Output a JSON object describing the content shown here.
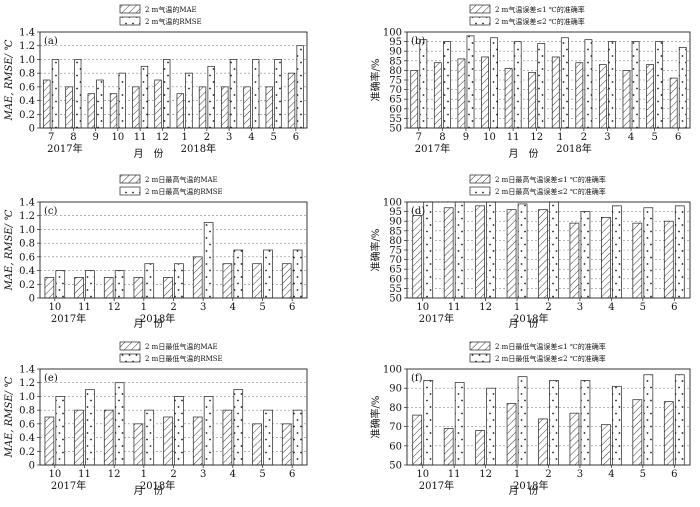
{
  "chart_data": [
    {
      "id": "a",
      "type": "bar",
      "panel_label": "(a)",
      "categories": [
        "7",
        "8",
        "9",
        "10",
        "11",
        "12",
        "1",
        "2",
        "3",
        "4",
        "5",
        "6"
      ],
      "year_labels": [
        {
          "index": 0,
          "text": "2017年"
        },
        {
          "index": 6,
          "text": "2018年"
        }
      ],
      "xlabel": "月　份",
      "ylabel": "MAE, RMSE/ ℃",
      "ylim": [
        0,
        1.4
      ],
      "yticks": [
        0,
        0.2,
        0.4,
        0.6,
        0.8,
        1.0,
        1.2,
        1.4
      ],
      "ytick_labels": [
        "0",
        "0.2",
        "0.4",
        "0.6",
        "0.8",
        "1.0",
        "1.2",
        "1.4"
      ],
      "series": [
        {
          "name": "2 m气温的MAE",
          "pattern": "hatch",
          "values": [
            0.7,
            0.6,
            0.5,
            0.5,
            0.6,
            0.7,
            0.5,
            0.6,
            0.6,
            0.6,
            0.6,
            0.8
          ]
        },
        {
          "name": "2 m气温的RMSE",
          "pattern": "dots",
          "values": [
            1.0,
            1.0,
            0.7,
            0.8,
            0.9,
            1.0,
            0.8,
            0.9,
            1.0,
            1.0,
            1.0,
            1.2
          ]
        }
      ]
    },
    {
      "id": "b",
      "type": "bar",
      "panel_label": "(b)",
      "categories": [
        "7",
        "8",
        "9",
        "10",
        "11",
        "12",
        "1",
        "2",
        "3",
        "4",
        "5",
        "6"
      ],
      "year_labels": [
        {
          "index": 0,
          "text": "2017年"
        },
        {
          "index": 6,
          "text": "2018年"
        }
      ],
      "xlabel": "月　份",
      "ylabel": "准确率/%",
      "ylim": [
        50,
        100
      ],
      "yticks": [
        50,
        55,
        60,
        65,
        70,
        75,
        80,
        85,
        90,
        95,
        100
      ],
      "ytick_labels": [
        "50",
        "55",
        "60",
        "65",
        "70",
        "75",
        "80",
        "85",
        "90",
        "95",
        "100"
      ],
      "series": [
        {
          "name": "2 m气温误差≤1 ℃的准确率",
          "pattern": "hatch",
          "values": [
            80,
            84,
            86,
            87,
            81,
            79,
            87,
            84,
            83,
            80,
            83,
            76
          ]
        },
        {
          "name": "2 m气温误差≤2 ℃的准确率",
          "pattern": "dots",
          "values": [
            96,
            95,
            98,
            97,
            95,
            94,
            97,
            96,
            95,
            95,
            95,
            92
          ]
        }
      ]
    },
    {
      "id": "c",
      "type": "bar",
      "panel_label": "(c)",
      "categories": [
        "10",
        "11",
        "12",
        "1",
        "2",
        "3",
        "4",
        "5",
        "6"
      ],
      "year_labels": [
        {
          "index": 0,
          "text": "2017年"
        },
        {
          "index": 3,
          "text": "2018年"
        }
      ],
      "xlabel": "月　份",
      "ylabel": "MAE, RMSE/ ℃",
      "ylim": [
        0,
        1.4
      ],
      "yticks": [
        0,
        0.2,
        0.4,
        0.6,
        0.8,
        1.0,
        1.2,
        1.4
      ],
      "ytick_labels": [
        "0",
        "0.2",
        "0.4",
        "0.6",
        "0.8",
        "1.0",
        "1.2",
        "1.4"
      ],
      "series": [
        {
          "name": "2 m日最高气温的MAE",
          "pattern": "hatch",
          "values": [
            0.3,
            0.3,
            0.3,
            0.3,
            0.3,
            0.6,
            0.5,
            0.5,
            0.5
          ]
        },
        {
          "name": "2 m日最高气温的RMSE",
          "pattern": "dots",
          "values": [
            0.4,
            0.4,
            0.4,
            0.5,
            0.5,
            1.1,
            0.7,
            0.7,
            0.7
          ]
        }
      ]
    },
    {
      "id": "d",
      "type": "bar",
      "panel_label": "(d)",
      "categories": [
        "10",
        "11",
        "12",
        "1",
        "2",
        "3",
        "4",
        "5",
        "6"
      ],
      "year_labels": [
        {
          "index": 0,
          "text": "2017年"
        },
        {
          "index": 3,
          "text": "2018年"
        }
      ],
      "xlabel": "月　份",
      "ylabel": "准确率/%",
      "ylim": [
        50,
        100
      ],
      "yticks": [
        50,
        55,
        60,
        65,
        70,
        75,
        80,
        85,
        90,
        95,
        100
      ],
      "ytick_labels": [
        "50",
        "55",
        "60",
        "65",
        "70",
        "75",
        "80",
        "85",
        "90",
        "95",
        "100"
      ],
      "series": [
        {
          "name": "2 m日最高气温误差≤1 ℃的准确率",
          "pattern": "hatch",
          "values": [
            93,
            97,
            98,
            96,
            96,
            89,
            92,
            89,
            90
          ]
        },
        {
          "name": "2 m日最高气温误差≤2 ℃的准确率",
          "pattern": "dots",
          "values": [
            100,
            100,
            100,
            99,
            100,
            95,
            98,
            97,
            98
          ]
        }
      ]
    },
    {
      "id": "e",
      "type": "bar",
      "panel_label": "(e)",
      "categories": [
        "10",
        "11",
        "12",
        "1",
        "2",
        "3",
        "4",
        "5",
        "6"
      ],
      "year_labels": [
        {
          "index": 0,
          "text": "2017年"
        },
        {
          "index": 3,
          "text": "2018年"
        }
      ],
      "xlabel": "月　份",
      "ylabel": "MAE, RMSE/ ℃",
      "ylim": [
        0,
        1.4
      ],
      "yticks": [
        0,
        0.2,
        0.4,
        0.6,
        0.8,
        1.0,
        1.2,
        1.4
      ],
      "ytick_labels": [
        "0",
        "0.2",
        "0.4",
        "0.6",
        "0.8",
        "1.0",
        "1.2",
        "1.4"
      ],
      "series": [
        {
          "name": "2 m日最低气温的MAE",
          "pattern": "hatch",
          "values": [
            0.7,
            0.8,
            0.8,
            0.6,
            0.7,
            0.7,
            0.8,
            0.6,
            0.6
          ]
        },
        {
          "name": "2 m日最低气温的RMSE",
          "pattern": "dots",
          "values": [
            1.0,
            1.1,
            1.2,
            0.8,
            1.0,
            1.0,
            1.1,
            0.8,
            0.8
          ]
        }
      ]
    },
    {
      "id": "f",
      "type": "bar",
      "panel_label": "(f)",
      "categories": [
        "10",
        "11",
        "12",
        "1",
        "2",
        "3",
        "4",
        "5",
        "6"
      ],
      "year_labels": [
        {
          "index": 0,
          "text": "2017年"
        },
        {
          "index": 3,
          "text": "2018年"
        }
      ],
      "xlabel": "月　份",
      "ylabel": "准确率/%",
      "ylim": [
        50,
        100
      ],
      "yticks": [
        50,
        60,
        70,
        80,
        90,
        100
      ],
      "ytick_labels": [
        "50",
        "60",
        "70",
        "80",
        "90",
        "100"
      ],
      "series": [
        {
          "name": "2 m日最低气温误差≤1 ℃的准确率",
          "pattern": "hatch",
          "values": [
            76,
            69,
            68,
            82,
            74,
            77,
            71,
            84,
            83
          ]
        },
        {
          "name": "2 m日最低气温误差≤2 ℃的准确率",
          "pattern": "dots",
          "values": [
            94,
            93,
            90,
            96,
            94,
            94,
            91,
            97,
            97
          ]
        }
      ]
    }
  ]
}
